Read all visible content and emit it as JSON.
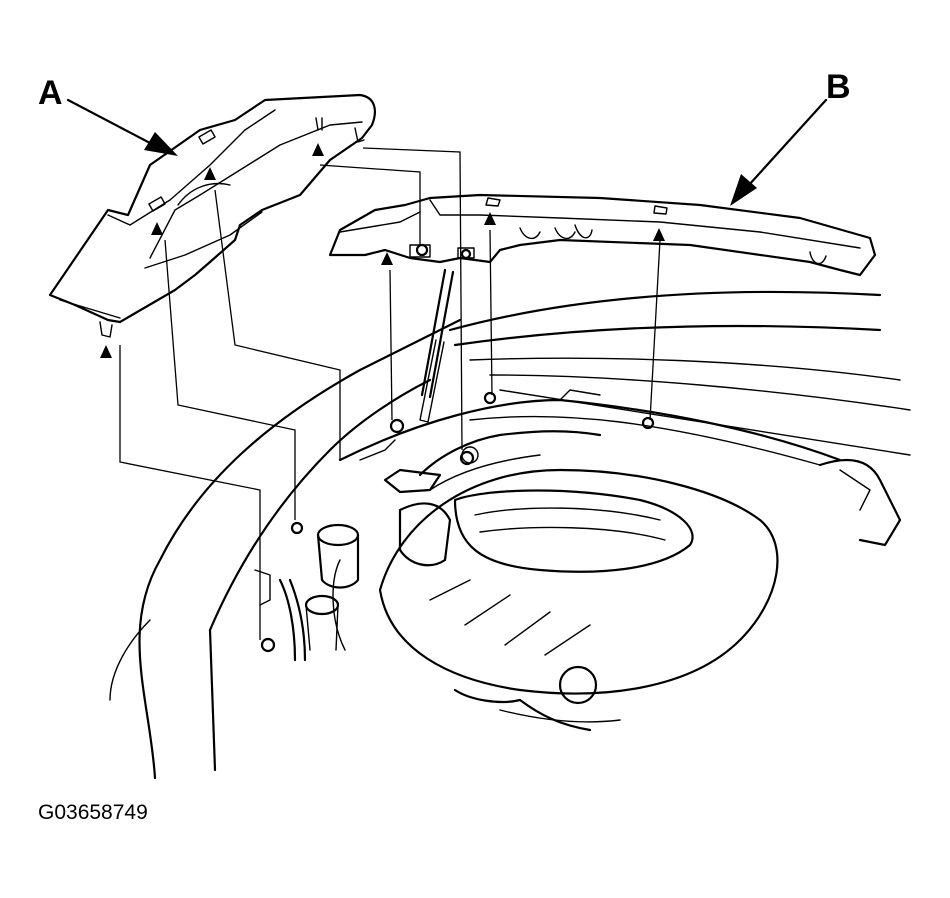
{
  "labels": {
    "part_a": "A",
    "part_b": "B"
  },
  "figure_id": "G03658749",
  "colors": {
    "line": "#000000",
    "background": "#ffffff"
  }
}
